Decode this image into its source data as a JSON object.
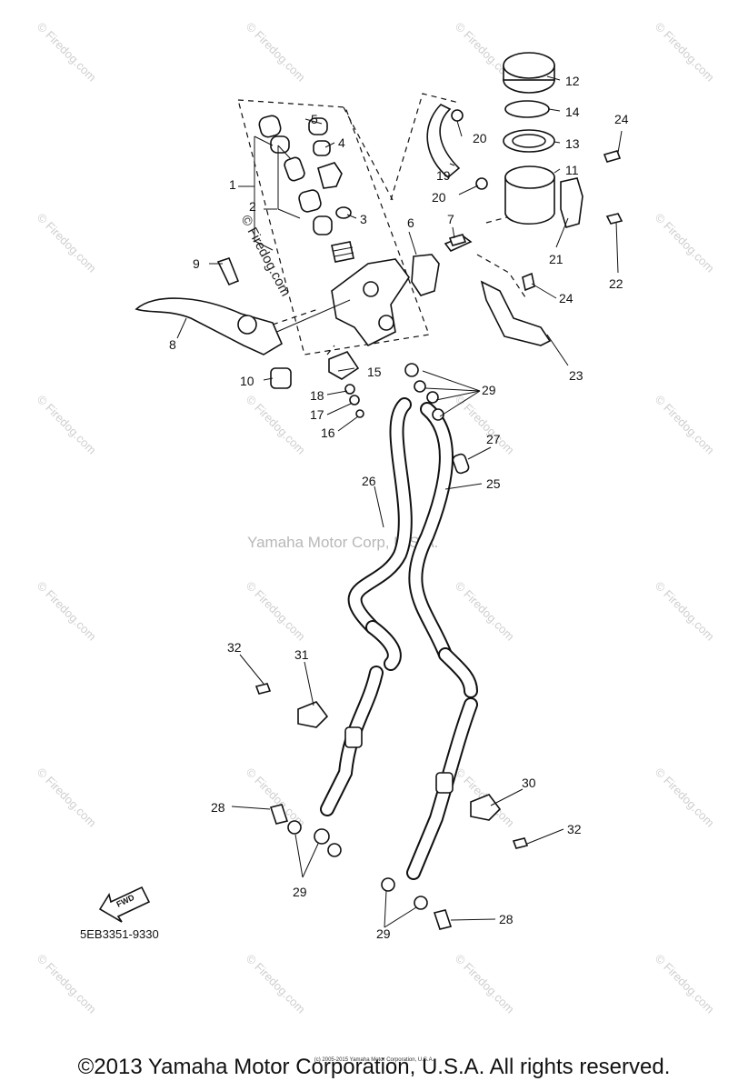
{
  "watermark": {
    "text": "Firedog.com",
    "symbol": "©"
  },
  "center_watermark": "Yamaha Motor Corp, U.S.A.",
  "diagram_code": "5EB3351-9330",
  "fwd_label": "FWD",
  "tiny_credit": "(c) 2005-2015 Yamaha Motor Corporation, U.S.A.",
  "copyright": "©2013 Yamaha Motor Corporation, U.S.A. All rights reserved.",
  "callouts": {
    "c1": "1",
    "c2": "2",
    "c3": "3",
    "c4": "4",
    "c5": "5",
    "c6": "6",
    "c7": "7",
    "c8": "8",
    "c9": "9",
    "c10": "10",
    "c11": "11",
    "c12": "12",
    "c13": "13",
    "c14": "14",
    "c15": "15",
    "c16": "16",
    "c17": "17",
    "c18": "18",
    "c19": "19",
    "c20a": "20",
    "c20b": "20",
    "c21": "21",
    "c22": "22",
    "c23": "23",
    "c24a": "24",
    "c24b": "24",
    "c25": "25",
    "c26": "26",
    "c27": "27",
    "c28a": "28",
    "c28b": "28",
    "c29a": "29",
    "c29b": "29",
    "c29c": "29",
    "c30": "30",
    "c31": "31",
    "c32a": "32",
    "c32b": "32"
  }
}
